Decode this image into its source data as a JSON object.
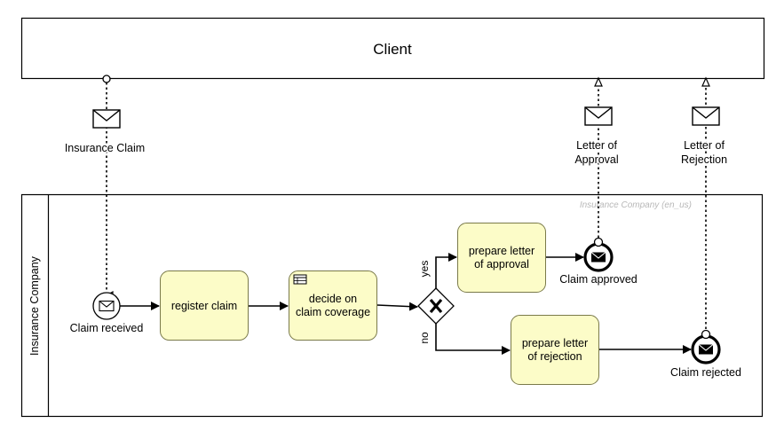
{
  "pools": {
    "client_title": "Client",
    "company_lane_label": "Insurance Company",
    "company_watermark": "Insurance Company (en_us)"
  },
  "message_labels": {
    "insurance_claim": "Insurance Claim",
    "approval_line1": "Letter of",
    "approval_line2": "Approval",
    "rejection_line1": "Letter of",
    "rejection_line2": "Rejection"
  },
  "events": {
    "start": "Claim received",
    "end_approved": "Claim approved",
    "end_rejected": "Claim rejected"
  },
  "tasks": {
    "register": "register claim",
    "decide_line1": "decide on",
    "decide_line2": "claim coverage",
    "approval_line1": "prepare letter",
    "approval_line2": "of approval",
    "rejection_line1": "prepare letter",
    "rejection_line2": "of rejection"
  },
  "gateway": {
    "yes_label": "yes",
    "no_label": "no"
  },
  "colors": {
    "task_fill": "#fcfcc8",
    "watermark": "#b8b8b8"
  }
}
